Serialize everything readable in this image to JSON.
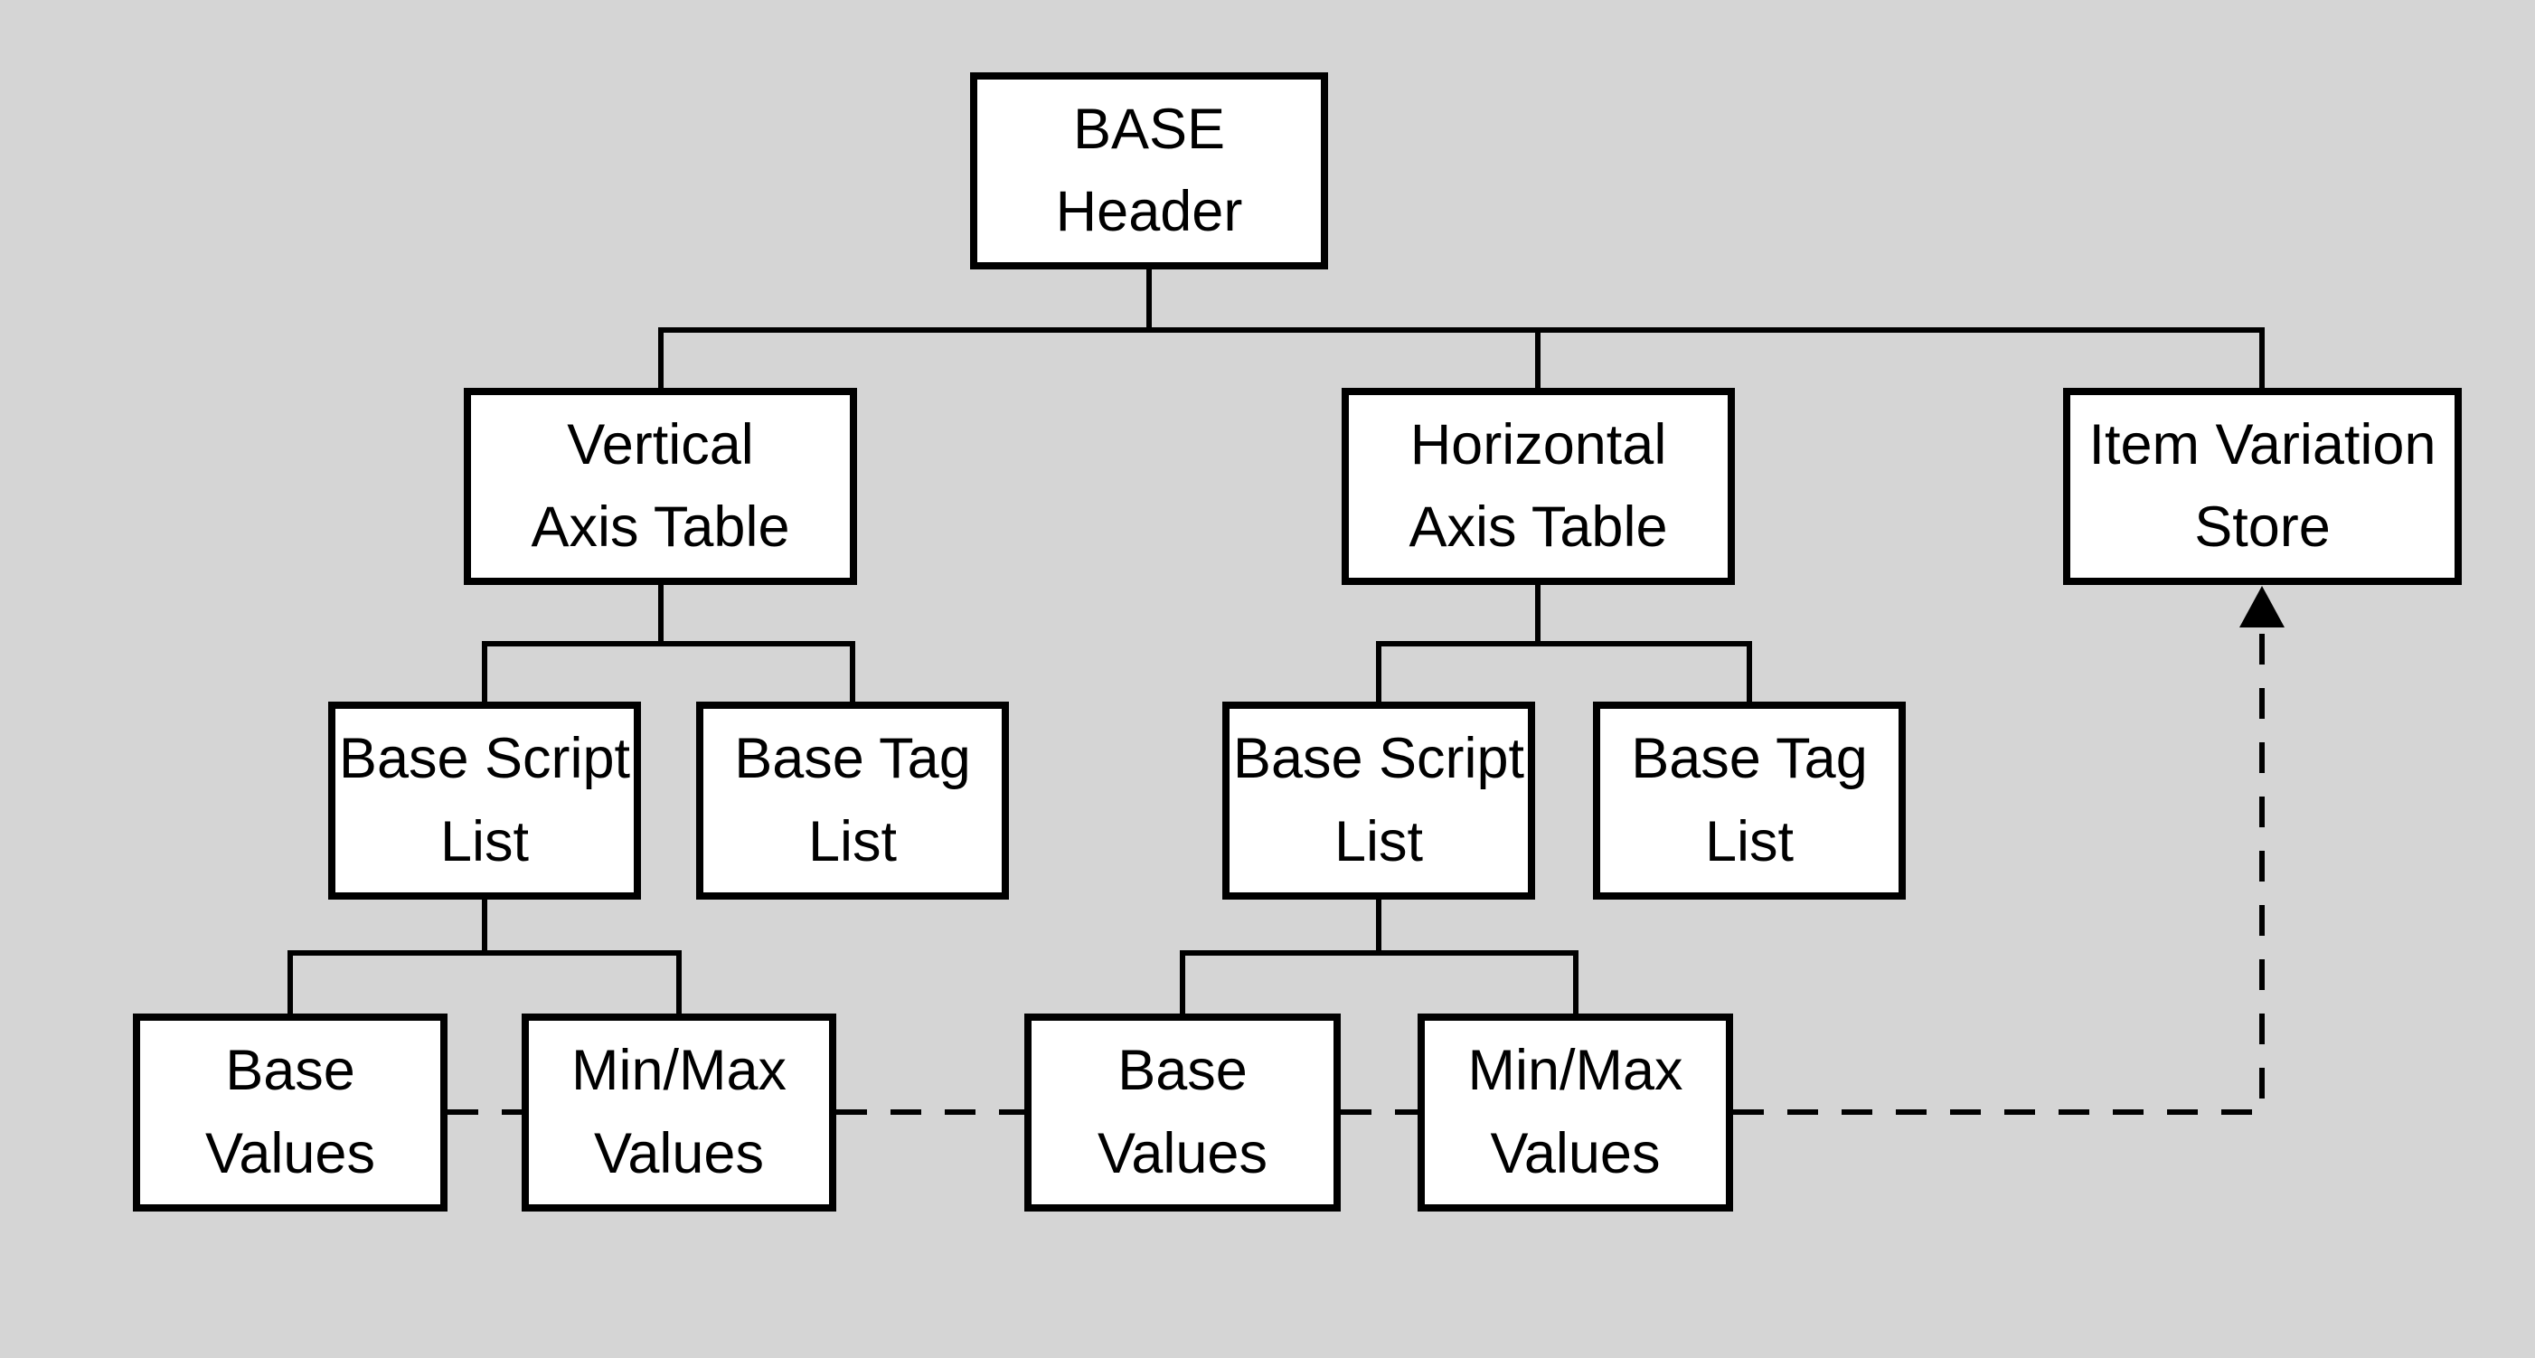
{
  "diagram": {
    "type": "hierarchy-tree",
    "background_color": "#d5d5d5",
    "node_fill_color": "#ffffff",
    "node_border_color": "#000000",
    "connector_color": "#000000",
    "nodes": {
      "base_header": {
        "label": "BASE\nHeader"
      },
      "vertical_axis_table": {
        "label": "Vertical\nAxis Table"
      },
      "horizontal_axis_table": {
        "label": "Horizontal\nAxis Table"
      },
      "item_variation_store": {
        "label": "Item Variation\nStore"
      },
      "vertical_base_script_list": {
        "label": "Base Script\nList"
      },
      "vertical_base_tag_list": {
        "label": "Base Tag\nList"
      },
      "horizontal_base_script_list": {
        "label": "Base Script\nList"
      },
      "horizontal_base_tag_list": {
        "label": "Base Tag\nList"
      },
      "vertical_base_values": {
        "label": "Base\nValues"
      },
      "vertical_min_max_values": {
        "label": "Min/Max\nValues"
      },
      "horizontal_base_values": {
        "label": "Base\nValues"
      },
      "horizontal_min_max_values": {
        "label": "Min/Max\nValues"
      }
    },
    "edges": [
      {
        "from": "base_header",
        "to": "vertical_axis_table",
        "style": "solid"
      },
      {
        "from": "base_header",
        "to": "horizontal_axis_table",
        "style": "solid"
      },
      {
        "from": "base_header",
        "to": "item_variation_store",
        "style": "solid"
      },
      {
        "from": "vertical_axis_table",
        "to": "vertical_base_script_list",
        "style": "solid"
      },
      {
        "from": "vertical_axis_table",
        "to": "vertical_base_tag_list",
        "style": "solid"
      },
      {
        "from": "horizontal_axis_table",
        "to": "horizontal_base_script_list",
        "style": "solid"
      },
      {
        "from": "horizontal_axis_table",
        "to": "horizontal_base_tag_list",
        "style": "solid"
      },
      {
        "from": "vertical_base_script_list",
        "to": "vertical_base_values",
        "style": "solid"
      },
      {
        "from": "vertical_base_script_list",
        "to": "vertical_min_max_values",
        "style": "solid"
      },
      {
        "from": "horizontal_base_script_list",
        "to": "horizontal_base_values",
        "style": "solid"
      },
      {
        "from": "horizontal_base_script_list",
        "to": "horizontal_min_max_values",
        "style": "solid"
      },
      {
        "from": "vertical_base_values",
        "to": "vertical_min_max_values",
        "style": "dashed"
      },
      {
        "from": "vertical_min_max_values",
        "to": "horizontal_base_values",
        "style": "dashed"
      },
      {
        "from": "horizontal_base_values",
        "to": "horizontal_min_max_values",
        "style": "dashed"
      },
      {
        "from": "horizontal_min_max_values",
        "to": "item_variation_store",
        "style": "dashed-arrow"
      }
    ]
  }
}
